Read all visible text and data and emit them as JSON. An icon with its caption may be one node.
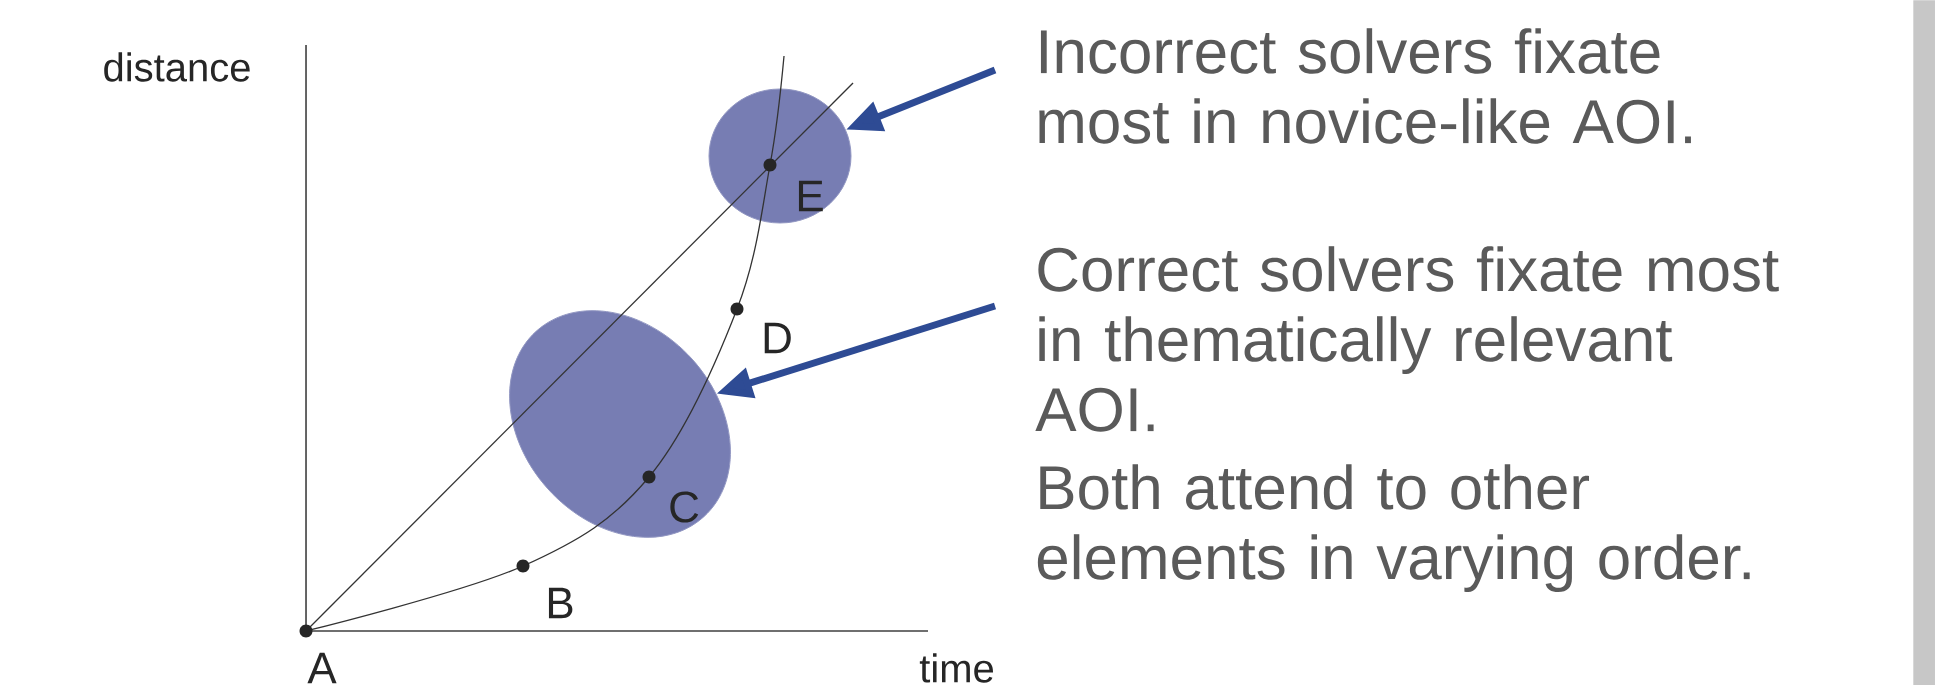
{
  "diagram": {
    "nodes": [
      {
        "text": [
          "Incorrect solvers fixate most in novice-like AOI."
        ]
      },
      {
        "text": [
          "Correct solvers fixate most in thematically relevant AOI."
        ]
      },
      {
        "text": [],
        "shape": "ellipse"
      },
      {
        "text": [],
        "shape": "ellipse"
      },
      {
        "text": [],
        "shape": "bar"
      }
    ],
    "edges": [
      {
        "from": 0,
        "to": 2,
        "arrow": "to"
      },
      {
        "from": 1,
        "to": 3,
        "arrow": "to"
      }
    ],
    "labels": [
      "distance",
      "Both attend to other elements in varying order.",
      "D",
      "B",
      "A",
      "time",
      "E",
      "C"
    ]
  }
}
